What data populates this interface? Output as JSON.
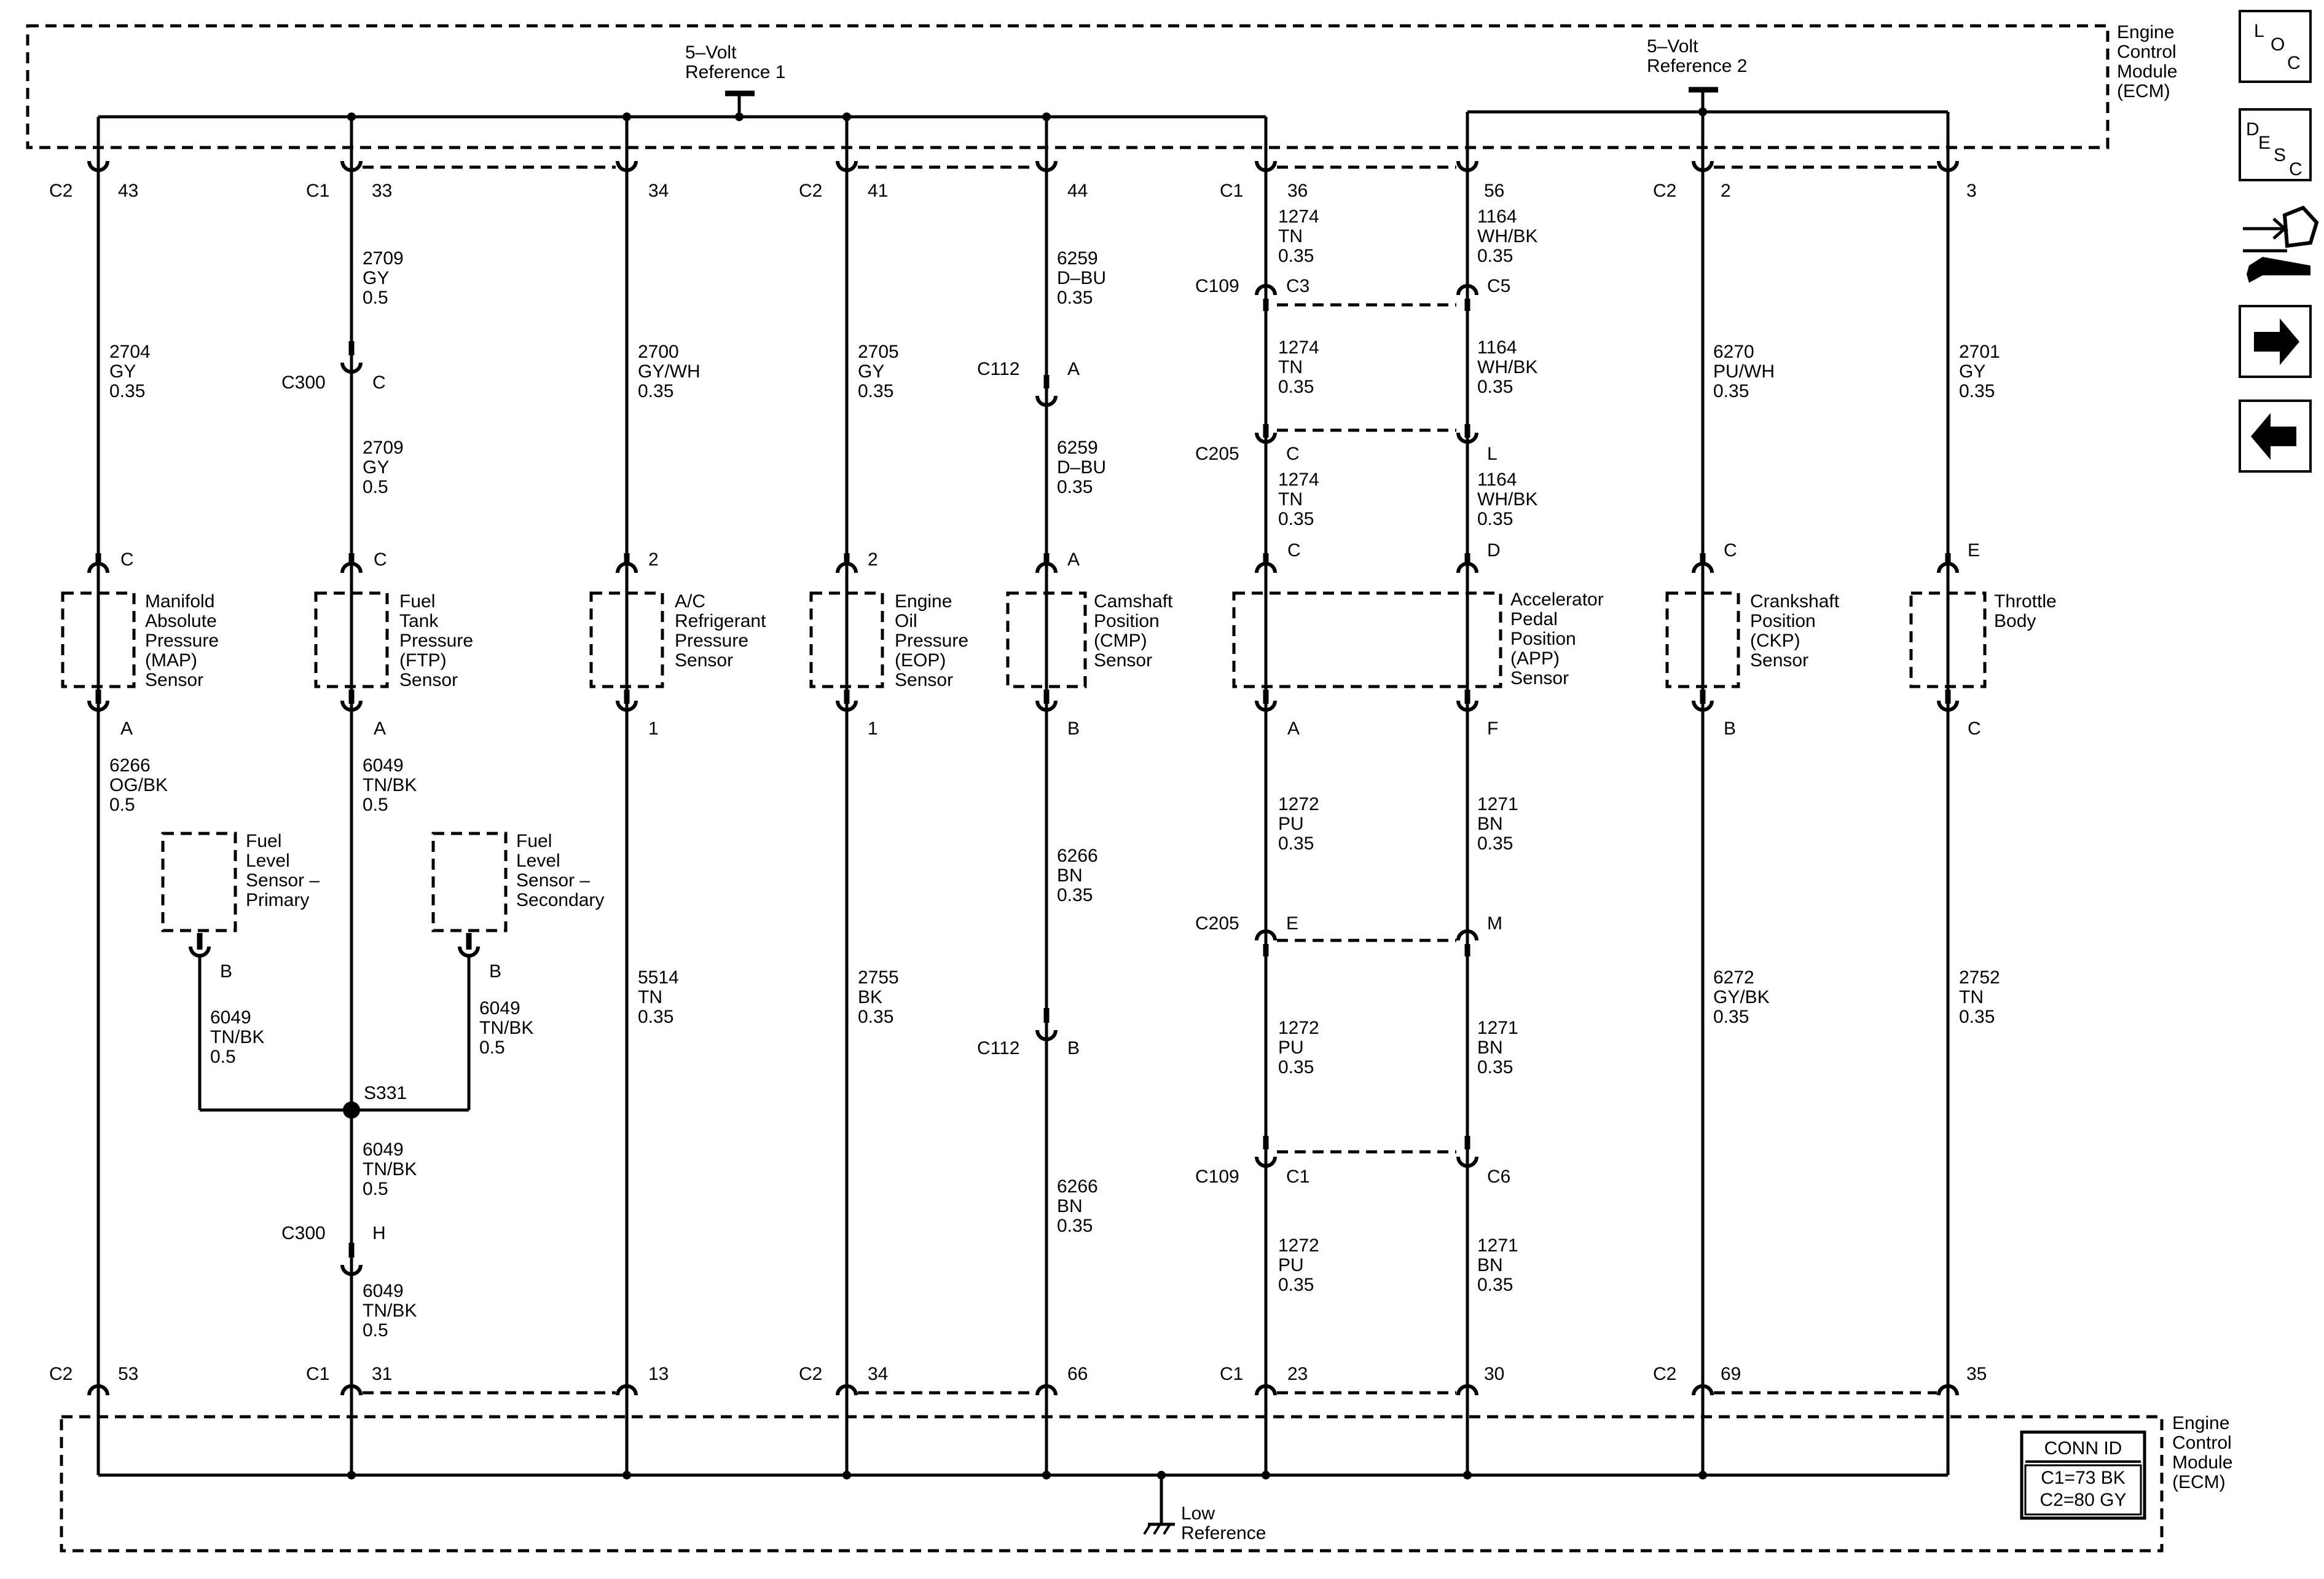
{
  "ecm_label": [
    "Engine",
    "Control",
    "Module",
    "(ECM)"
  ],
  "ref1_label": [
    "5–Volt",
    "Reference 1"
  ],
  "ref2_label": [
    "5–Volt",
    "Reference 2"
  ],
  "low_ref_label": [
    "Low",
    "Reference"
  ],
  "conn_id": {
    "title": "CONN ID",
    "lines": [
      "C1=73 BK",
      "C2=80 GY"
    ]
  },
  "splice": "S331",
  "side_icons": [
    "loc-icon",
    "desc-icon",
    "schematic-icon",
    "next-arrow-icon",
    "prev-arrow-icon"
  ],
  "loc_letters": [
    "L",
    "O",
    "C"
  ],
  "desc_letters": [
    "D",
    "E",
    "S",
    "C"
  ],
  "top_pins": [
    {
      "conn": "C2",
      "pin": "43"
    },
    {
      "conn": "C1",
      "pin": "33"
    },
    {
      "conn": "",
      "pin": "34"
    },
    {
      "conn": "C2",
      "pin": "41"
    },
    {
      "conn": "",
      "pin": "44"
    },
    {
      "conn": "C1",
      "pin": "36"
    },
    {
      "conn": "",
      "pin": "56"
    },
    {
      "conn": "C2",
      "pin": "2"
    },
    {
      "conn": "",
      "pin": "3"
    }
  ],
  "bottom_pins": [
    {
      "conn": "C2",
      "pin": "53"
    },
    {
      "conn": "C1",
      "pin": "31"
    },
    {
      "conn": "",
      "pin": "13"
    },
    {
      "conn": "C2",
      "pin": "34"
    },
    {
      "conn": "",
      "pin": "66"
    },
    {
      "conn": "C1",
      "pin": "23"
    },
    {
      "conn": "",
      "pin": "30"
    },
    {
      "conn": "C2",
      "pin": "69"
    },
    {
      "conn": "",
      "pin": "35"
    }
  ],
  "wires": [
    [
      "1274",
      "TN",
      "0.35"
    ],
    [
      "1164",
      "WH/BK",
      "0.35"
    ],
    [
      "2709",
      "GY",
      "0.5"
    ],
    [
      "6259",
      "D–BU",
      "0.35"
    ],
    [
      "2704",
      "GY",
      "0.35"
    ],
    [
      "2700",
      "GY/WH",
      "0.35"
    ],
    [
      "2705",
      "GY",
      "0.35"
    ],
    [
      "6270",
      "PU/WH",
      "0.35"
    ],
    [
      "2701",
      "GY",
      "0.35"
    ],
    [
      "1274",
      "TN",
      "0.35"
    ],
    [
      "1164",
      "WH/BK",
      "0.35"
    ],
    [
      "2709",
      "GY",
      "0.5"
    ],
    [
      "6259",
      "D–BU",
      "0.35"
    ],
    [
      "1274",
      "TN",
      "0.35"
    ],
    [
      "1164",
      "WH/BK",
      "0.35"
    ],
    [
      "6266",
      "OG/BK",
      "0.5"
    ],
    [
      "6049",
      "TN/BK",
      "0.5"
    ],
    [
      "1272",
      "PU",
      "0.35"
    ],
    [
      "1271",
      "BN",
      "0.35"
    ],
    [
      "6266",
      "BN",
      "0.35"
    ],
    [
      "6049",
      "TN/BK",
      "0.5"
    ],
    [
      "6049",
      "TN/BK",
      "0.5"
    ],
    [
      "5514",
      "TN",
      "0.35"
    ],
    [
      "2755",
      "BK",
      "0.35"
    ],
    [
      "6272",
      "GY/BK",
      "0.35"
    ],
    [
      "2752",
      "TN",
      "0.35"
    ],
    [
      "1272",
      "PU",
      "0.35"
    ],
    [
      "1271",
      "BN",
      "0.35"
    ],
    [
      "6049",
      "TN/BK",
      "0.5"
    ],
    [
      "6266",
      "BN",
      "0.35"
    ],
    [
      "1272",
      "PU",
      "0.35"
    ],
    [
      "1271",
      "BN",
      "0.35"
    ],
    [
      "6049",
      "TN/BK",
      "0.5"
    ]
  ],
  "inline_connectors": [
    {
      "id": "C109",
      "pin": "C3"
    },
    {
      "id": "",
      "pin": "C5"
    },
    {
      "id": "C300",
      "pin": "C"
    },
    {
      "id": "C112",
      "pin": "A"
    },
    {
      "id": "C205",
      "pin": "C"
    },
    {
      "id": "",
      "pin": "L"
    },
    {
      "id": "C205",
      "pin": "E"
    },
    {
      "id": "",
      "pin": "M"
    },
    {
      "id": "C112",
      "pin": "B"
    },
    {
      "id": "C109",
      "pin": "C1"
    },
    {
      "id": "",
      "pin": "C6"
    },
    {
      "id": "C300",
      "pin": "H"
    }
  ],
  "components": [
    {
      "name": [
        "Manifold",
        "Absolute",
        "Pressure",
        "(MAP)",
        "Sensor"
      ],
      "pin_top": "C",
      "pin_bottom": "A"
    },
    {
      "name": [
        "Fuel",
        "Tank",
        "Pressure",
        "(FTP)",
        "Sensor"
      ],
      "pin_top": "C",
      "pin_bottom": "A"
    },
    {
      "name": [
        "A/C",
        "Refrigerant",
        "Pressure",
        "Sensor"
      ],
      "pin_top": "2",
      "pin_bottom": "1"
    },
    {
      "name": [
        "Engine",
        "Oil",
        "Pressure",
        "(EOP)",
        "Sensor"
      ],
      "pin_top": "2",
      "pin_bottom": "1"
    },
    {
      "name": [
        "Camshaft",
        "Position",
        "(CMP)",
        "Sensor"
      ],
      "pin_top": "A",
      "pin_bottom": "B"
    },
    {
      "name": [
        "Accelerator",
        "Pedal",
        "Position",
        "(APP)",
        "Sensor"
      ],
      "pin_top": "C",
      "pin_bottom": "A",
      "pin_top2": "D",
      "pin_bottom2": "F"
    },
    {
      "name": [
        "Crankshaft",
        "Position",
        "(CKP)",
        "Sensor"
      ],
      "pin_top": "C",
      "pin_bottom": "B"
    },
    {
      "name": [
        "Throttle",
        "Body"
      ],
      "pin_top": "E",
      "pin_bottom": "C"
    },
    {
      "name": [
        "Fuel",
        "Level",
        "Sensor –",
        "Primary"
      ],
      "pin_bottom": "B"
    },
    {
      "name": [
        "Fuel",
        "Level",
        "Sensor –",
        "Secondary"
      ],
      "pin_bottom": "B"
    }
  ]
}
